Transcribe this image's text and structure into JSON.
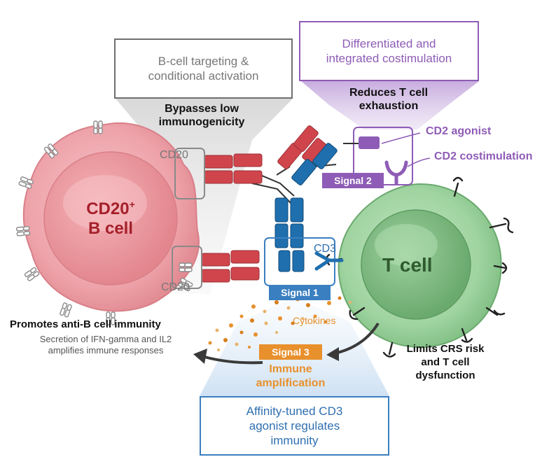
{
  "callouts": {
    "b_cell_targeting": [
      "B-cell targeting &",
      "conditional activation"
    ],
    "costimulation": [
      "Differentiated and",
      "integrated costimulation"
    ],
    "cd3_agonist": [
      "Affinity-tuned CD3",
      "agonist regulates",
      "immunity"
    ]
  },
  "headlines": {
    "bypasses": [
      "Bypasses low",
      "immunogenicity"
    ],
    "reduces": [
      "Reduces T cell",
      "exhaustion"
    ],
    "limits": [
      "Limits CRS risk",
      "and T cell",
      "dysfunction"
    ],
    "promotes": "Promotes anti-B cell immunity",
    "secretion": [
      "Secretion of IFN-gamma and IL2",
      "amplifies immune responses"
    ],
    "amplification": [
      "Immune",
      "amplification"
    ]
  },
  "cells": {
    "b_cell": [
      "CD20",
      "B cell"
    ],
    "b_cell_superscript": "+",
    "t_cell": "T cell"
  },
  "receptors": {
    "cd20_top": "CD20",
    "cd20_bottom": "CD20",
    "cd3": "CD3",
    "cd2_agonist": "CD2 agonist",
    "cd2_costimulation": "CD2 costimulation",
    "cytokines": "Cytokines"
  },
  "signals": {
    "signal1": "Signal 1",
    "signal2": "Signal 2",
    "signal3": "Signal 3"
  },
  "colors": {
    "b_cell": "#f0a0a6",
    "t_cell": "#93c996",
    "antibody_red": "#d0454c",
    "antibody_blue": "#1f6fae",
    "purple": "#8e5cb6",
    "orange": "#e8902c",
    "signal_blue": "#3a7fc0"
  }
}
